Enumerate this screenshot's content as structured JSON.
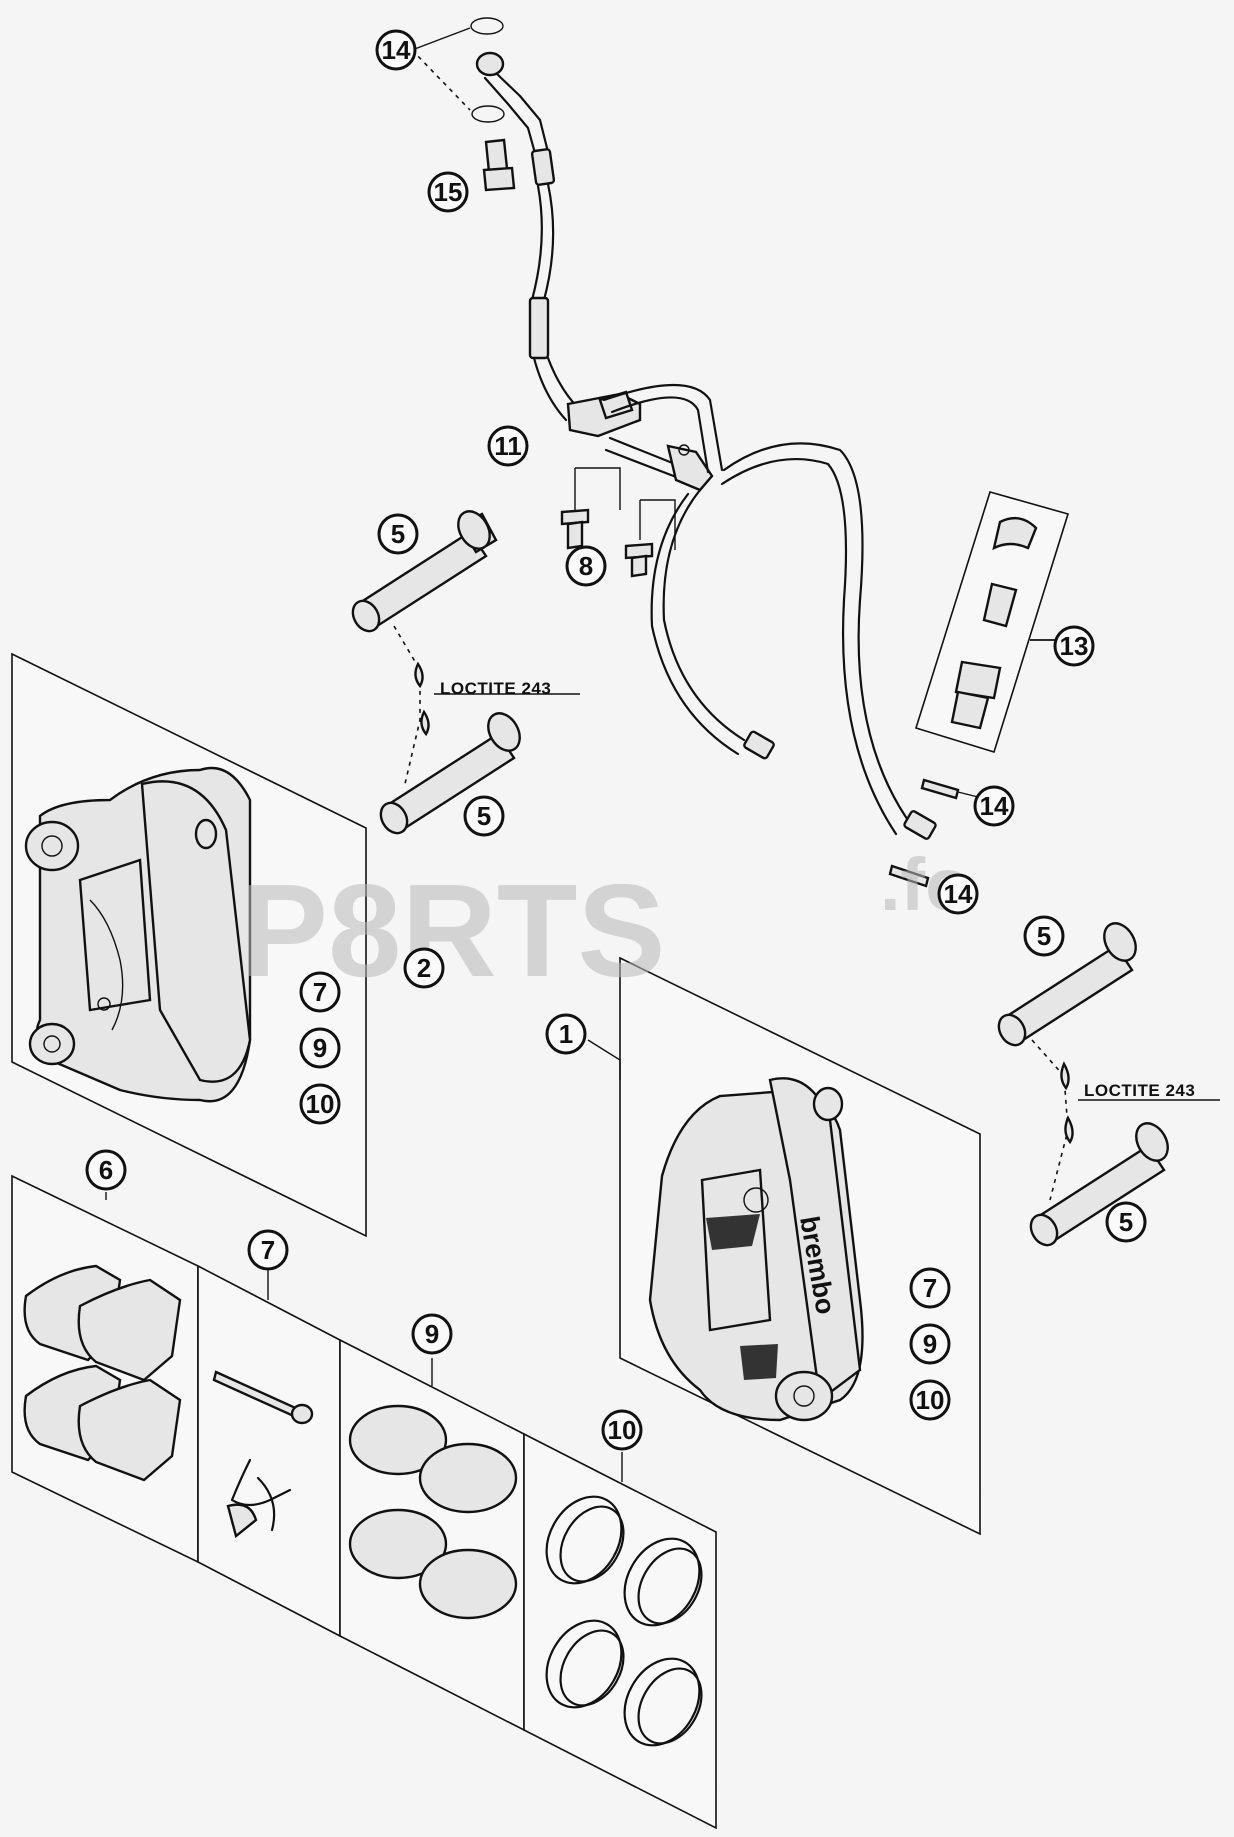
{
  "callouts": {
    "c14_top": "14",
    "c15": "15",
    "c11": "11",
    "c8": "8",
    "c5_a": "5",
    "c5_b": "5",
    "c13": "13",
    "c14_mid": "14",
    "c14_low": "14",
    "c5_c": "5",
    "c5_d": "5",
    "c2": "2",
    "c7_left": "7",
    "c9_left": "9",
    "c10_left": "10",
    "c1": "1",
    "c7_right": "7",
    "c9_right": "9",
    "c10_right": "10",
    "c6": "6",
    "c7_kit": "7",
    "c9_kit": "9",
    "c10_kit": "10"
  },
  "labels": {
    "loctite_top": "LOCTITE 243",
    "loctite_right": "LOCTITE 243",
    "caliper_brand": "brembo"
  },
  "watermark": {
    "main": "P8RTS",
    "suffix": ".fo"
  }
}
